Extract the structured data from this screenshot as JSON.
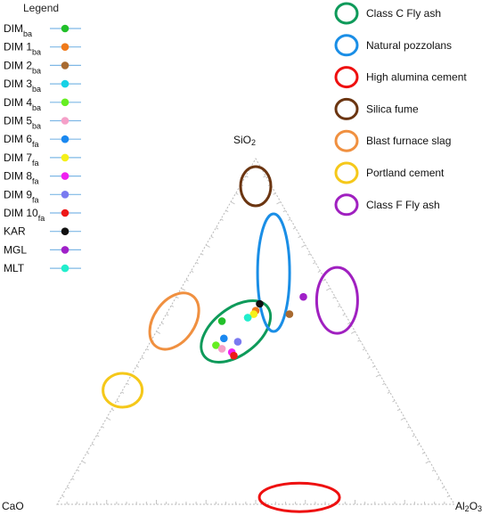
{
  "chart_data": {
    "type": "ternary-scatter",
    "legend_title": "Legend",
    "vertices": {
      "top": "SiO",
      "top_sub": "2",
      "left": "CaO",
      "right": "Al",
      "right_sub": "2",
      "right_tail": "O",
      "right_sub2": "3"
    },
    "series": [
      {
        "name": "DIM",
        "sub": "ba",
        "color": "#22c02a",
        "point": [
          0.32,
          0.53,
          0.15
        ]
      },
      {
        "name": "DIM 1",
        "sub": "ba",
        "color": "#f07a1a",
        "point": [
          0.22,
          0.56,
          0.22
        ]
      },
      {
        "name": "DIM 2",
        "sub": "ba",
        "color": "#a86a30",
        "point": [
          0.14,
          0.55,
          0.31
        ]
      },
      {
        "name": "DIM 3",
        "sub": "ba",
        "color": "#16d2e6",
        "point": [
          0.25,
          0.54,
          0.21
        ]
      },
      {
        "name": "DIM 4",
        "sub": "ba",
        "color": "#66ee22",
        "point": [
          0.37,
          0.46,
          0.17
        ]
      },
      {
        "name": "DIM 5",
        "sub": "ba",
        "color": "#f5a0c8",
        "point": [
          0.36,
          0.45,
          0.19
        ]
      },
      {
        "name": "DIM 6",
        "sub": "fa",
        "color": "#1a88f0",
        "point": [
          0.34,
          0.48,
          0.18
        ]
      },
      {
        "name": "DIM 7",
        "sub": "fa",
        "color": "#f5f01a",
        "point": [
          0.23,
          0.55,
          0.22
        ]
      },
      {
        "name": "DIM 8",
        "sub": "fa",
        "color": "#f020f0",
        "point": [
          0.34,
          0.44,
          0.22
        ]
      },
      {
        "name": "DIM 9",
        "sub": "fa",
        "color": "#7a7af0",
        "point": [
          0.31,
          0.47,
          0.22
        ]
      },
      {
        "name": "DIM 10",
        "sub": "fa",
        "color": "#ee1818",
        "point": [
          0.34,
          0.43,
          0.23
        ]
      },
      {
        "name": "KAR",
        "sub": "",
        "color": "#111111",
        "point": [
          0.2,
          0.58,
          0.22
        ]
      },
      {
        "name": "MGL",
        "sub": "",
        "color": "#a020c8",
        "point": [
          0.08,
          0.6,
          0.32
        ]
      },
      {
        "name": "MLT",
        "sub": "",
        "color": "#22eecc",
        "point": [
          0.25,
          0.54,
          0.21
        ]
      }
    ],
    "regions": [
      {
        "name": "Class C Fly ash",
        "color": "#0e9a5a",
        "center": [
          0.3,
          0.5,
          0.2
        ],
        "rx": 45,
        "ry": 26,
        "rot": -38
      },
      {
        "name": "Natural pozzolans",
        "color": "#1a8ee6",
        "center": [
          0.12,
          0.67,
          0.21
        ],
        "rx": 18,
        "ry": 66,
        "rot": 0
      },
      {
        "name": "High alumina cement",
        "color": "#ee1010",
        "center": [
          0.38,
          0.02,
          0.6
        ],
        "rx": 45,
        "ry": 16,
        "rot": 0
      },
      {
        "name": "Silica fume",
        "color": "#6b3511",
        "center": [
          0.04,
          0.92,
          0.04
        ],
        "rx": 17,
        "ry": 22,
        "rot": 0
      },
      {
        "name": "Blast furnace slag",
        "color": "#f09040",
        "center": [
          0.44,
          0.53,
          0.03
        ],
        "rx": 23,
        "ry": 35,
        "rot": 35
      },
      {
        "name": "Portland cement",
        "color": "#f5c81a",
        "center": [
          0.67,
          0.33,
          0.0
        ],
        "rx": 22,
        "ry": 19,
        "rot": 0
      },
      {
        "name": "Class F Fly ash",
        "color": "#a020c0",
        "center": [
          0.0,
          0.59,
          0.41
        ],
        "rx": 23,
        "ry": 37,
        "rot": 0
      }
    ]
  }
}
